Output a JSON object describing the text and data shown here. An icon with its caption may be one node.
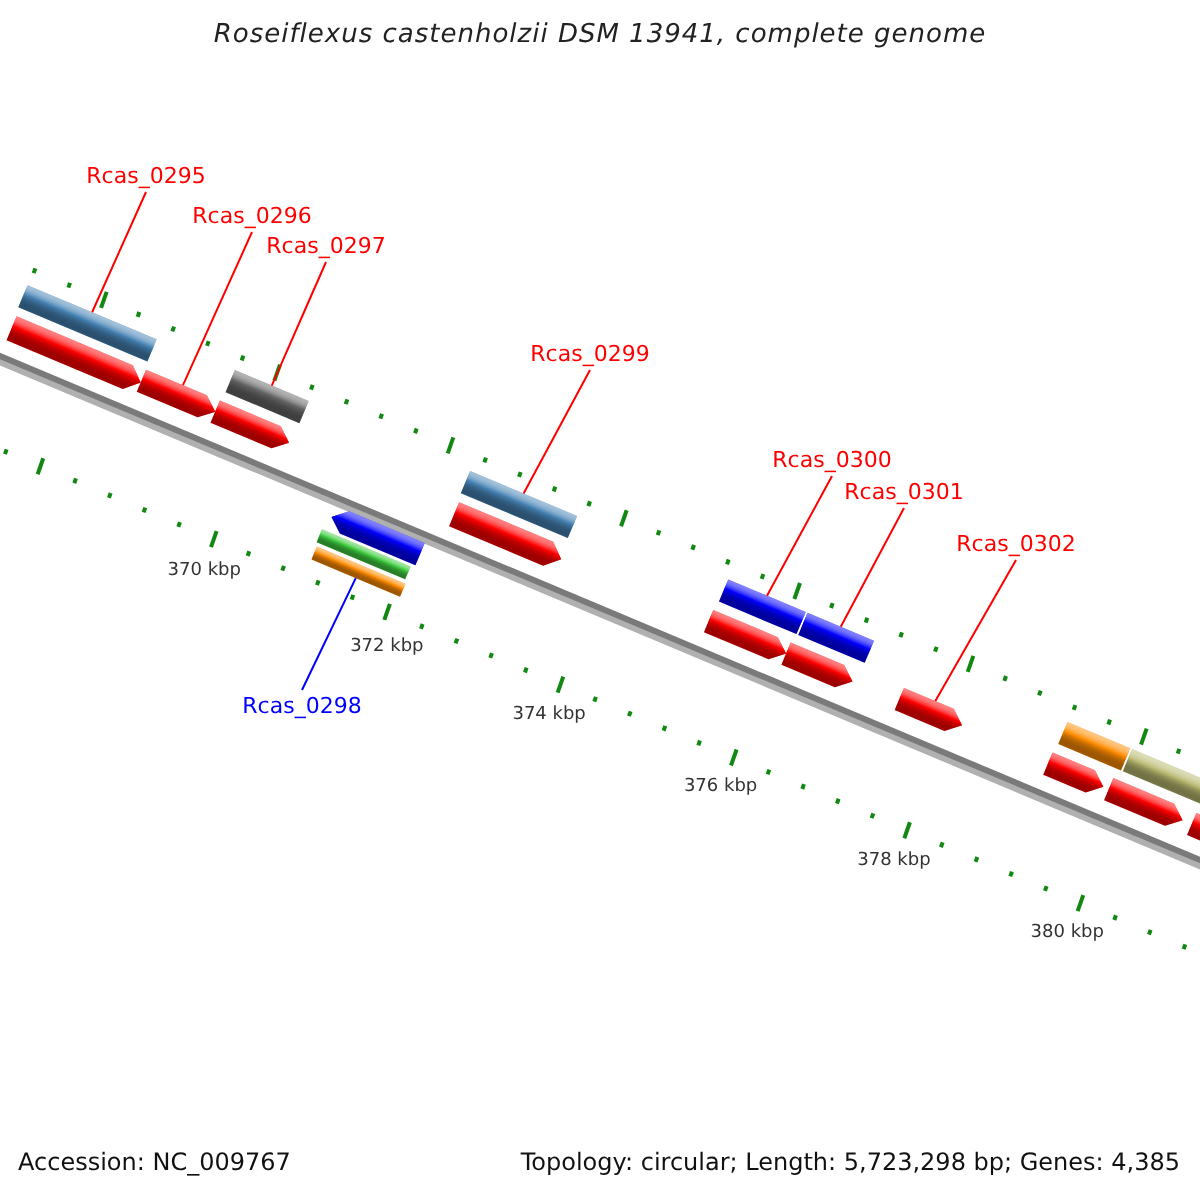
{
  "diagram": {
    "title": "Roseiflexus castenholzii DSM 13941, complete genome",
    "nodes": [
      {
        "text": [
          "Rcas_0295"
        ]
      },
      {
        "text": [],
        "shape": "bar"
      },
      {
        "text": [
          "Rcas_0296"
        ]
      },
      {
        "text": [],
        "shape": "arrow"
      },
      {
        "text": [
          "Rcas_0297"
        ]
      },
      {
        "text": [],
        "shape": "bar"
      },
      {
        "text": [
          "Rcas_0298"
        ]
      },
      {
        "text": [],
        "shape": "bar"
      },
      {
        "text": [
          "Rcas_0299"
        ]
      },
      {
        "text": [],
        "shape": "bar"
      },
      {
        "text": [
          "Rcas_0300"
        ]
      },
      {
        "text": [],
        "shape": "bar"
      },
      {
        "text": [
          "Rcas_0301"
        ]
      },
      {
        "text": [],
        "shape": "bar"
      },
      {
        "text": [
          "Rcas_0302"
        ]
      },
      {
        "text": [],
        "shape": "arrow"
      },
      {
        "text": [],
        "shape": "arrow"
      },
      {
        "text": [],
        "shape": "arrow"
      },
      {
        "text": [],
        "shape": "arrow"
      },
      {
        "text": [],
        "shape": "bar"
      },
      {
        "text": [],
        "shape": "arrow"
      },
      {
        "text": [],
        "shape": "arrow"
      },
      {
        "text": [],
        "shape": "arrow"
      },
      {
        "text": [],
        "shape": "bar"
      },
      {
        "text": [],
        "shape": "arrow"
      },
      {
        "text": [],
        "shape": "bar"
      },
      {
        "text": [],
        "shape": "arrow"
      },
      {
        "text": [],
        "shape": "arrow"
      }
    ],
    "edges": [
      {
        "from": 0,
        "to": 1,
        "arrow": "none"
      },
      {
        "from": 2,
        "to": 3,
        "arrow": "none"
      },
      {
        "from": 4,
        "to": 5,
        "arrow": "none"
      },
      {
        "from": 6,
        "to": 7,
        "arrow": "none",
        "color": "#0000ff"
      },
      {
        "from": 8,
        "to": 9,
        "arrow": "none"
      },
      {
        "from": 10,
        "to": 11,
        "arrow": "none"
      },
      {
        "from": 12,
        "to": 13,
        "arrow": "none"
      },
      {
        "from": 14,
        "to": 15,
        "arrow": "none"
      }
    ],
    "labels": [
      "370 kbp",
      "372 kbp",
      "374 kbp",
      "376 kbp",
      "378 kbp",
      "380 kbp",
      "Accession: NC_009767",
      "Topology: circular; Length: 5,723,298 bp; Genes: 4,385"
    ]
  }
}
